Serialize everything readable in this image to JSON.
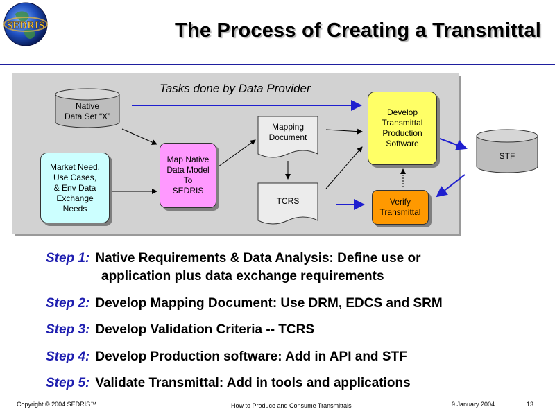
{
  "logo": {
    "text": "SEDRIS"
  },
  "title": "The Process of Creating a Transmittal",
  "diagram": {
    "panel_title": "Tasks done by Data Provider",
    "native_data_set": [
      "Native",
      "Data Set “X”"
    ],
    "market_need": [
      "Market Need,",
      "Use Cases,",
      "& Env Data",
      "Exchange",
      "Needs"
    ],
    "map_native": [
      "Map Native",
      "Data Model",
      "To",
      "SEDRIS"
    ],
    "mapping_document": [
      "Mapping",
      "Document"
    ],
    "tcrs": "TCRS",
    "develop_software": [
      "Develop",
      "Transmittal",
      "Production",
      "Software"
    ],
    "verify": [
      "Verify",
      "Transmittal"
    ],
    "stf": "STF",
    "colors": {
      "panel": "#d2d2d2",
      "market_need": "#ccffff",
      "map_native": "#ff99ff",
      "develop_software": "#ffff66",
      "verify": "#ff9900",
      "cylinder": "#bdbdbd",
      "arrow_blue": "#1f1fcf"
    }
  },
  "steps": [
    {
      "label": "Step 1:",
      "text": "Native Requirements & Data Analysis: Define use or",
      "cont": "application plus data exchange requirements"
    },
    {
      "label": "Step 2:",
      "text": "Develop Mapping Document: Use DRM, EDCS and SRM"
    },
    {
      "label": "Step 3:",
      "text": "Develop Validation Criteria -- TCRS"
    },
    {
      "label": "Step 4:",
      "text": "Develop Production software: Add in API and STF"
    },
    {
      "label": "Step 5:",
      "text": "Validate Transmittal: Add in tools and applications"
    }
  ],
  "footer": {
    "copyright": "Copyright © 2004 SEDRIS™",
    "center": "How to Produce and Consume Transmittals",
    "date": "9 January 2004",
    "page": "13"
  }
}
